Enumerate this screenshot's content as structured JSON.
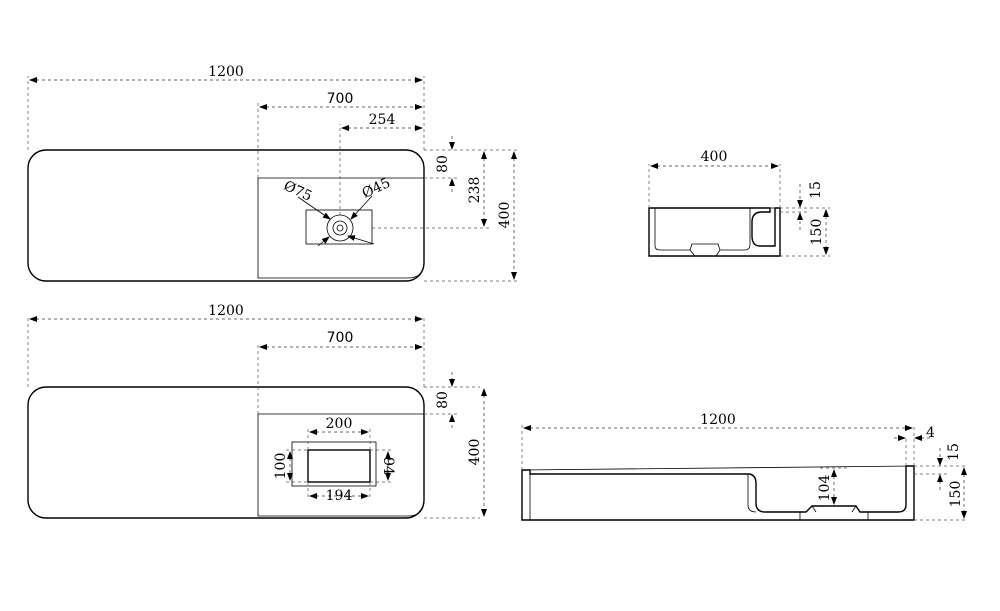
{
  "top_view": {
    "overall_length": "1200",
    "basin_length": "700",
    "drain_offset": "254",
    "rim_width": "80",
    "drain_depth": "238",
    "overall_width": "400",
    "overflow_diameter": "Ø75",
    "drain_diameter": "Ø45"
  },
  "side_view": {
    "width": "400",
    "rim": "15",
    "height": "150"
  },
  "bottom_view": {
    "overall_length": "1200",
    "basin_length": "700",
    "rim_width": "80",
    "overall_width": "400",
    "cutout_top": "200",
    "cutout_bottom": "194",
    "cutout_left": "100",
    "cutout_right": "94"
  },
  "front_view": {
    "overall_length": "1200",
    "edge": "4",
    "rim": "15",
    "depth": "104",
    "height": "150"
  }
}
